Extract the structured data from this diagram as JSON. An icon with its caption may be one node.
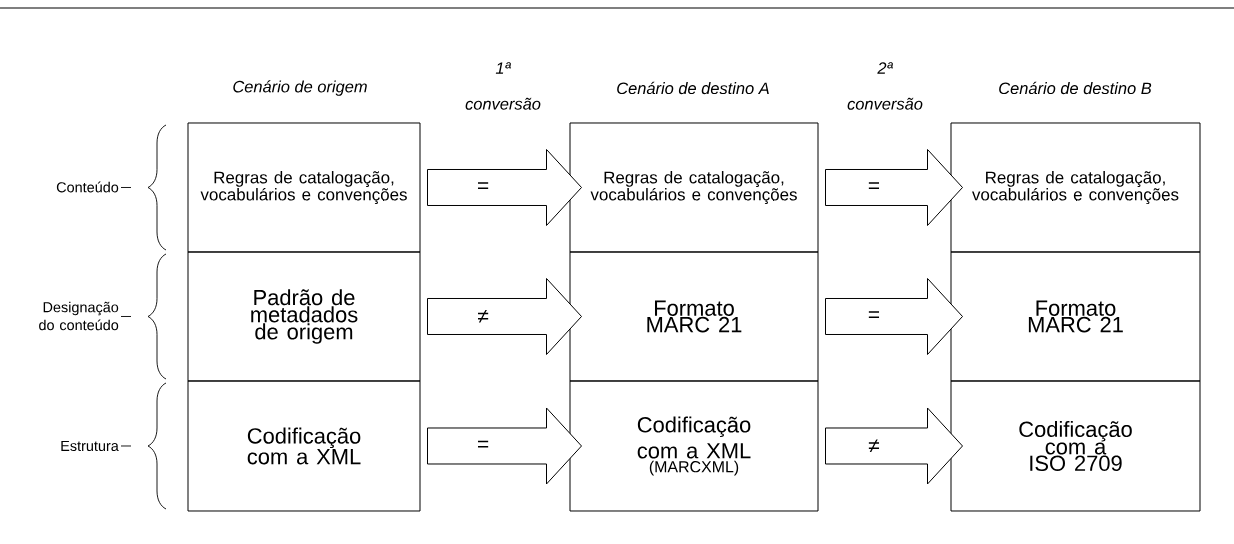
{
  "diagram": {
    "nodes": [
      {
        "text": [
          "Regras de catalogação, vocabulários e convenções"
        ]
      },
      {
        "text": [
          "Regras de catalogação, vocabulários e convenções"
        ]
      },
      {
        "text": [
          "Regras de catalogação, vocabulários e convenções"
        ]
      },
      {
        "text": [
          "Padrão de metadados de origem"
        ]
      },
      {
        "text": [
          "Formato MARC 21"
        ]
      },
      {
        "text": [
          "Formato MARC 21"
        ]
      },
      {
        "text": [
          "Codificação com a XML"
        ]
      },
      {
        "text": [
          "Codificação com a XML",
          "(MARCXML)"
        ]
      },
      {
        "text": [
          "Codificação com a ISO 2709"
        ]
      }
    ],
    "edges": [
      {
        "from": 0,
        "to": 1,
        "arrow": "to",
        "label": "="
      },
      {
        "from": 1,
        "to": 2,
        "arrow": "to",
        "label": "="
      },
      {
        "from": 3,
        "to": 4,
        "arrow": "to",
        "label": "≠"
      },
      {
        "from": 4,
        "to": 5,
        "arrow": "to",
        "label": "="
      },
      {
        "from": 6,
        "to": 7,
        "arrow": "to",
        "label": "="
      },
      {
        "from": 7,
        "to": 8,
        "arrow": "to",
        "label": "≠"
      }
    ],
    "labels": [
      "Cenário de origem",
      "1ª conversão",
      "Cenário de destino A",
      "2ª conversão",
      "Cenário de destino B",
      "Conteúdo",
      "Designação do conteúdo",
      "Estrutura"
    ]
  }
}
